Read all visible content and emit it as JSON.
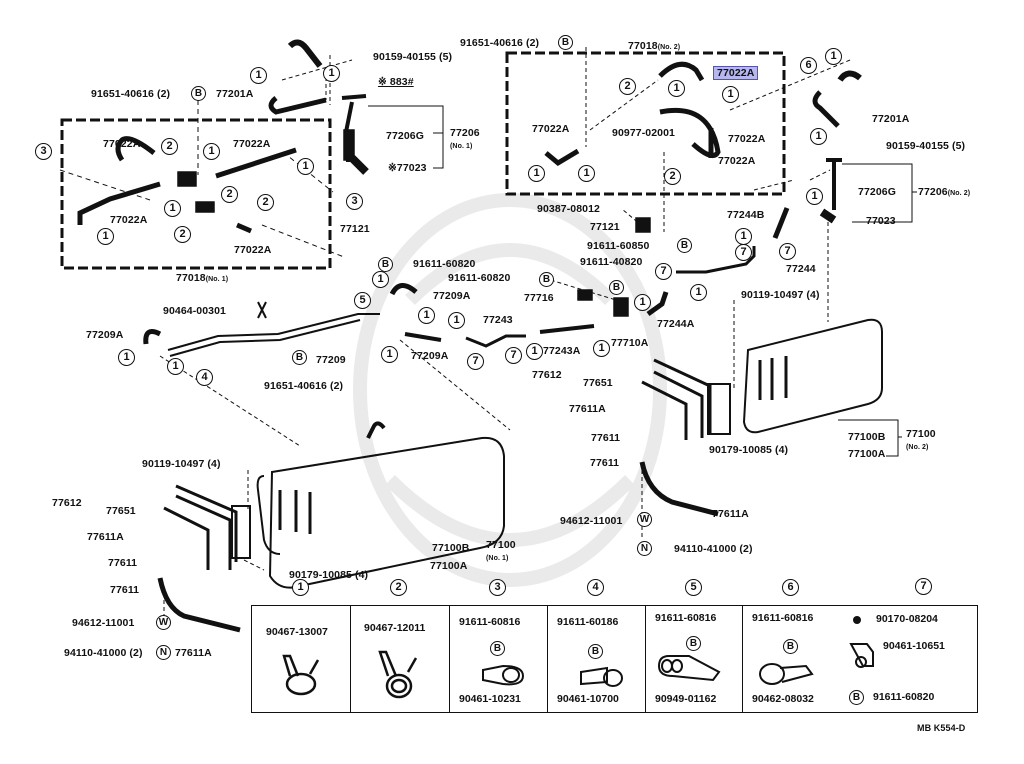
{
  "diagram": {
    "code": "MB K554-D",
    "colors": {
      "ink": "#111111",
      "highlight_bg": "#b7b7f0",
      "highlight_border": "#5555aa"
    },
    "highlighted_part": "77022A",
    "assemblies": {
      "left_box": {
        "label": "77018",
        "sub": "(No. 1)"
      },
      "right_box": {
        "label": "77018",
        "sub": "(No. 2)"
      },
      "gauge1": {
        "label": "77206",
        "sub": "(No. 1)"
      },
      "gauge2": {
        "label": "77206",
        "sub": "(No. 2)"
      },
      "tank1": {
        "label": "77100",
        "sub": "(No. 1)"
      },
      "tank2": {
        "label": "77100",
        "sub": "(No. 2)"
      }
    },
    "note": "※ 883#",
    "labels": {
      "l_91651_top": "91651-40616 (2)",
      "l_77201A": "77201A",
      "l_90159_1": "90159-40155 (5)",
      "l_77206G_1": "77206G",
      "l_77023_1": "※77023",
      "l_77022A_a": "77022A",
      "l_77022A_b": "77022A",
      "l_77022A_c": "77022A",
      "l_77022A_d": "77022A",
      "l_77121_left": "77121",
      "l_91611_60820_a": "91611-60820",
      "l_91651_right": "91651-40616 (2)",
      "l_77022A_e": "77022A",
      "l_90977": "90977-02001",
      "l_77022A_f": "77022A",
      "l_77022A_g": "77022A",
      "l_90387": "90387-08012",
      "l_77121_right": "77121",
      "l_91611_60850": "91611-60850",
      "l_77201A_r": "77201A",
      "l_90159_2": "90159-40155 (5)",
      "l_77206G_2": "77206G",
      "l_77023_2": "77023",
      "l_77244B": "77244B",
      "l_77244": "77244",
      "l_91611_40820": "91611-40820",
      "l_91611_60820_b": "91611-60820",
      "l_77716": "77716",
      "l_90119_r": "90119-10497 (4)",
      "l_77244A": "77244A",
      "l_77710A": "77710A",
      "l_90464": "90464-00301",
      "l_77209A_a": "77209A",
      "l_77209A_b": "77209A",
      "l_77209A_c": "77209A",
      "l_77209": "77209",
      "l_91651_bot": "91651-40616 (2)",
      "l_77243": "77243",
      "l_77243A": "77243A",
      "l_77612_r": "77612",
      "l_77651_r": "77651",
      "l_77611A_r1": "77611A",
      "l_77611_r1": "77611",
      "l_77611_r2": "77611",
      "l_90179_r": "90179-10085 (4)",
      "l_77100B_2": "77100B",
      "l_77100A_2": "77100A",
      "l_94612_r": "94612-11001",
      "l_77611A_r2": "77611A",
      "l_94110_r": "94110-41000 (2)",
      "l_90119_l": "90119-10497 (4)",
      "l_77612_l": "77612",
      "l_77651_l": "77651",
      "l_77611A_l1": "77611A",
      "l_77611_l1": "77611",
      "l_77611_l2": "77611",
      "l_94612_l": "94612-11001",
      "l_94110_l": "94110-41000 (2)",
      "l_77611A_l2": "77611A",
      "l_90179_l": "90179-10085 (4)",
      "l_77100B_1": "77100B",
      "l_77100A_1": "77100A"
    },
    "legend": [
      {
        "num": "1",
        "parts": [
          "90467-13007"
        ]
      },
      {
        "num": "2",
        "parts": [
          "90467-12011"
        ]
      },
      {
        "num": "3",
        "parts": [
          "91611-60816",
          "90461-10231"
        ]
      },
      {
        "num": "4",
        "parts": [
          "91611-60186",
          "90461-10700"
        ]
      },
      {
        "num": "5",
        "parts": [
          "91611-60816",
          "90949-01162"
        ]
      },
      {
        "num": "6",
        "parts": [
          "91611-60816",
          "90462-08032"
        ]
      },
      {
        "num": "7",
        "parts": [
          "90170-08204",
          "90461-10651",
          "91611-60820"
        ]
      }
    ],
    "symbols": {
      "b": "B",
      "w": "W",
      "n": "N"
    }
  }
}
